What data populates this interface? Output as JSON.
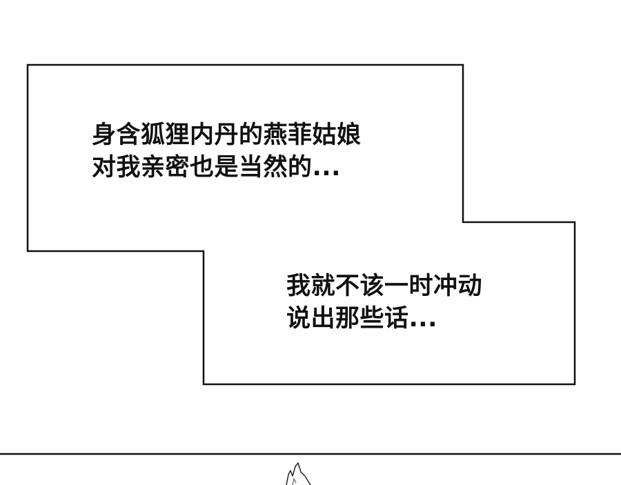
{
  "captions": [
    {
      "lines": [
        "身含狐狸内丹的燕菲姑娘",
        "对我亲密也是当然的..."
      ]
    },
    {
      "lines": [
        "我就不该一时冲动",
        "说出那些话..."
      ]
    }
  ],
  "colors": {
    "background": "#ffffff",
    "border": "#111111",
    "text": "#111111"
  }
}
